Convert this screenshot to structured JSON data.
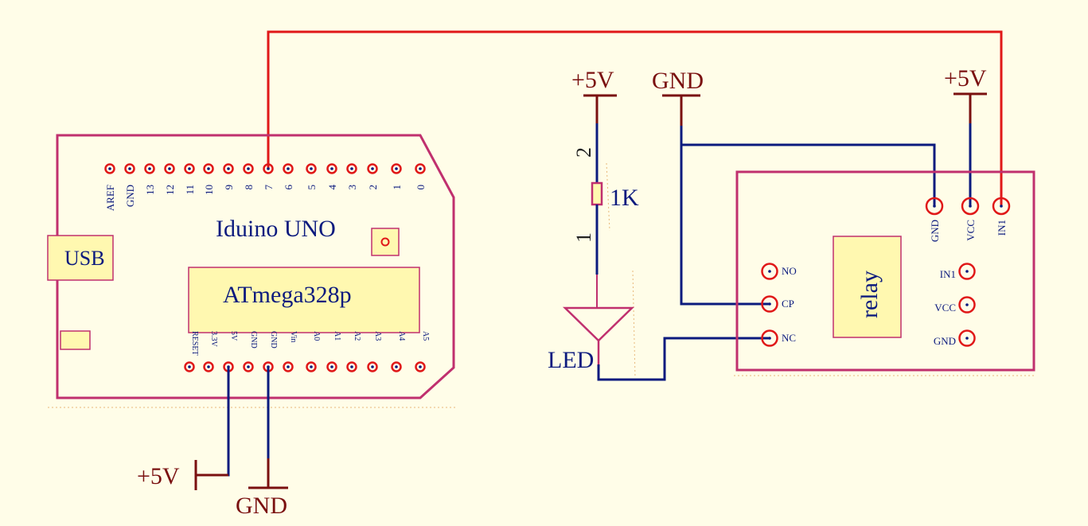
{
  "board": {
    "title": "Iduino UNO",
    "usb": "USB",
    "chip": "ATmega328p",
    "top_pins": [
      "AREF",
      "GND",
      "13",
      "12",
      "11",
      "10",
      "9",
      "8",
      "7",
      "6",
      "5",
      "4",
      "3",
      "2",
      "1",
      "0"
    ],
    "bottom_pins": [
      "RESET",
      "3.3V",
      "5V",
      "GND",
      "GND",
      "Vin",
      "A0",
      "A1",
      "A2",
      "A3",
      "A4",
      "A5"
    ]
  },
  "power": {
    "plus5v": "+5V",
    "gnd": "GND"
  },
  "resistor": {
    "label": "1K",
    "pin_top": "2",
    "pin_bottom": "1"
  },
  "led": {
    "label": "LED"
  },
  "relay": {
    "body": "relay",
    "top_pins": [
      "GND",
      "VCC",
      "IN1"
    ],
    "left_pins": [
      "NO",
      "CP",
      "NC"
    ],
    "right_pins": [
      "IN1",
      "VCC",
      "GND"
    ]
  },
  "colors": {
    "outline": "#c0306e",
    "blue_wire": "#0b1a7e",
    "red_wire": "#e01818",
    "power": "#7a1010",
    "component_fill": "#fff8b0",
    "background": "#fffde8"
  }
}
